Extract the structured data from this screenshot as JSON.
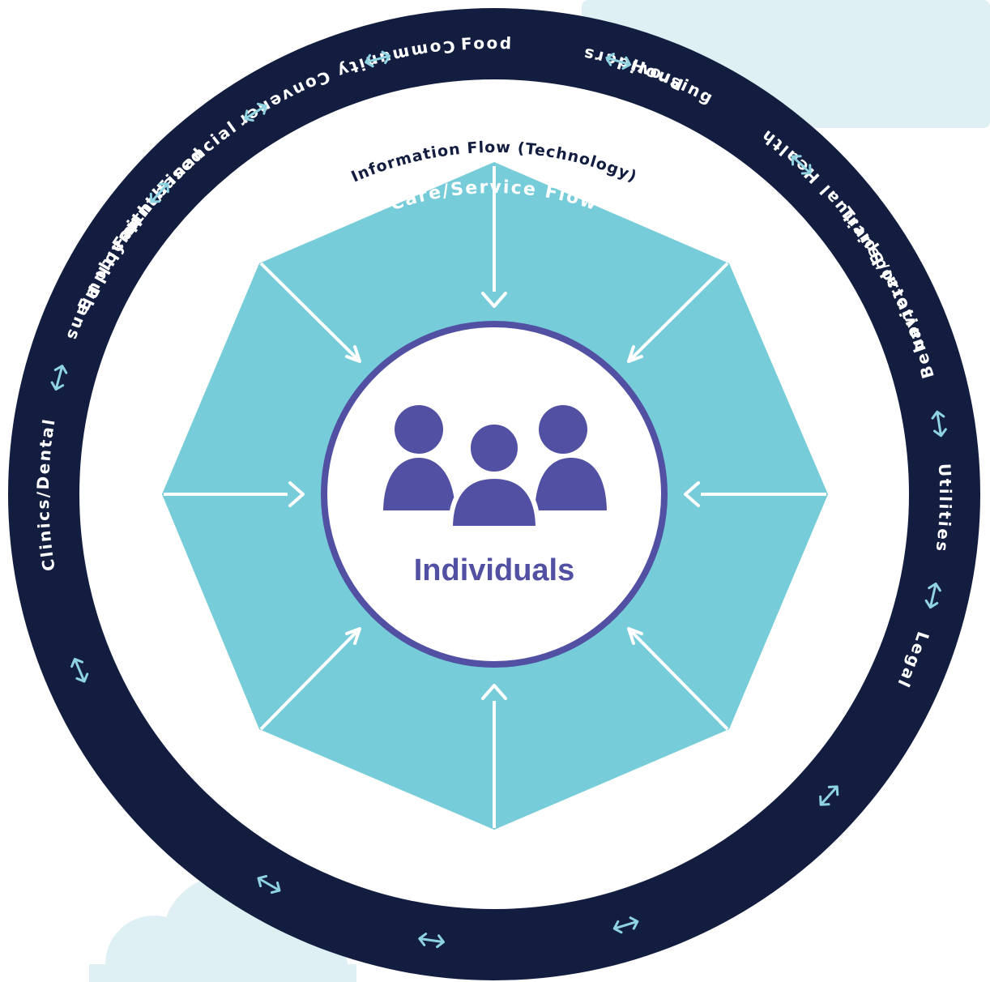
{
  "colors": {
    "outer_ring": "#121d3f",
    "teal": "#76ccd8",
    "accent_purple": "#5250a3",
    "arrow_light": "#8fd3e0",
    "cloud": "#def0f3"
  },
  "outer_ring": {
    "top_items": [
      "Employment/Financial",
      "Food",
      "Housing",
      "Transportation",
      "Utilities",
      "Legal"
    ],
    "bottom_items": [
      "Behavioral/Spiritual Health",
      "Providers",
      "Community Convener",
      "Health Plans"
    ],
    "left_items": [
      "Clinics/Dental",
      "Faith-based"
    ],
    "connector_icon": "double-arrow-icon"
  },
  "labels": {
    "information_flow": "Information Flow (Technology)",
    "care_flow": "Care/Service Flow",
    "center": "Individuals"
  },
  "icons": {
    "center_icon": "people-group-icon",
    "inward_arrow": "arrow-inward-icon"
  }
}
